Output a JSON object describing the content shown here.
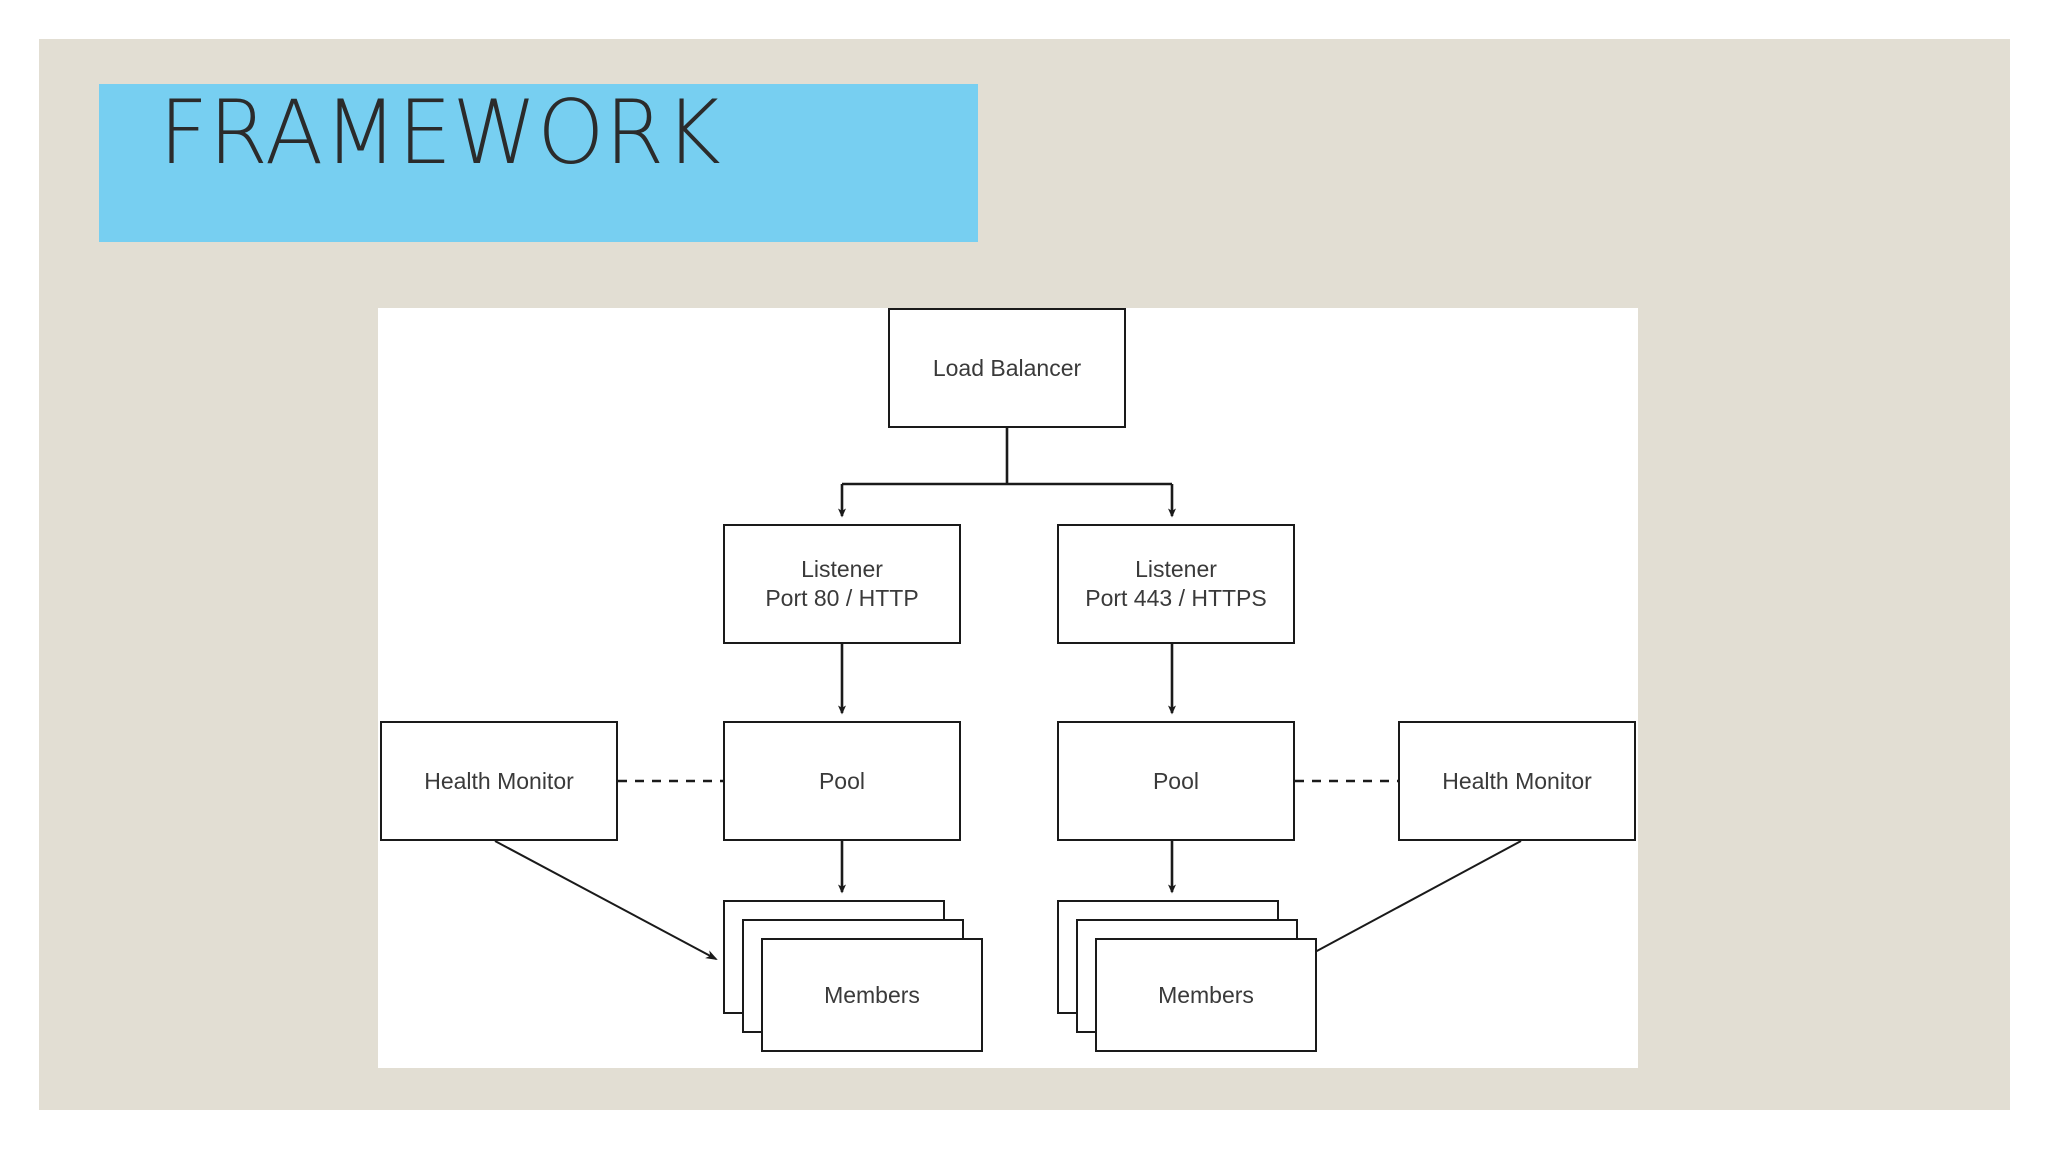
{
  "slide": {
    "title": "FRAMEWORK",
    "background_color": "#E2DED3",
    "title_band_color": "#77CFF1",
    "panel_color": "#FFFFFF"
  },
  "diagram": {
    "type": "flowchart",
    "stroke_color": "#1A1A1A",
    "text_color": "#3A3A3A",
    "nodes": [
      {
        "id": "load-balancer",
        "label": "Load Balancer",
        "shape": "rectangle"
      },
      {
        "id": "listener-http",
        "label": "Listener\nPort 80 / HTTP",
        "shape": "rectangle"
      },
      {
        "id": "listener-https",
        "label": "Listener\nPort 443 / HTTPS",
        "shape": "rectangle"
      },
      {
        "id": "pool-left",
        "label": "Pool",
        "shape": "rectangle"
      },
      {
        "id": "pool-right",
        "label": "Pool",
        "shape": "rectangle"
      },
      {
        "id": "hm-left",
        "label": "Health Monitor",
        "shape": "rectangle"
      },
      {
        "id": "hm-right",
        "label": "Health Monitor",
        "shape": "rectangle"
      },
      {
        "id": "members-left",
        "label": "Members",
        "shape": "stacked-rectangle"
      },
      {
        "id": "members-right",
        "label": "Members",
        "shape": "stacked-rectangle"
      }
    ],
    "edges": [
      {
        "from": "load-balancer",
        "to": "listener-http",
        "style": "solid",
        "arrow": true
      },
      {
        "from": "load-balancer",
        "to": "listener-https",
        "style": "solid",
        "arrow": true
      },
      {
        "from": "listener-http",
        "to": "pool-left",
        "style": "solid",
        "arrow": true
      },
      {
        "from": "listener-https",
        "to": "pool-right",
        "style": "solid",
        "arrow": true
      },
      {
        "from": "pool-left",
        "to": "members-left",
        "style": "solid",
        "arrow": true
      },
      {
        "from": "pool-right",
        "to": "members-right",
        "style": "solid",
        "arrow": true
      },
      {
        "from": "hm-left",
        "to": "pool-left",
        "style": "dashed",
        "arrow": false
      },
      {
        "from": "hm-right",
        "to": "pool-right",
        "style": "dashed",
        "arrow": false
      },
      {
        "from": "hm-left",
        "to": "members-left",
        "style": "solid",
        "arrow": true
      },
      {
        "from": "hm-right",
        "to": "members-right",
        "style": "solid",
        "arrow": true
      }
    ],
    "members_stack_depth": 3
  }
}
